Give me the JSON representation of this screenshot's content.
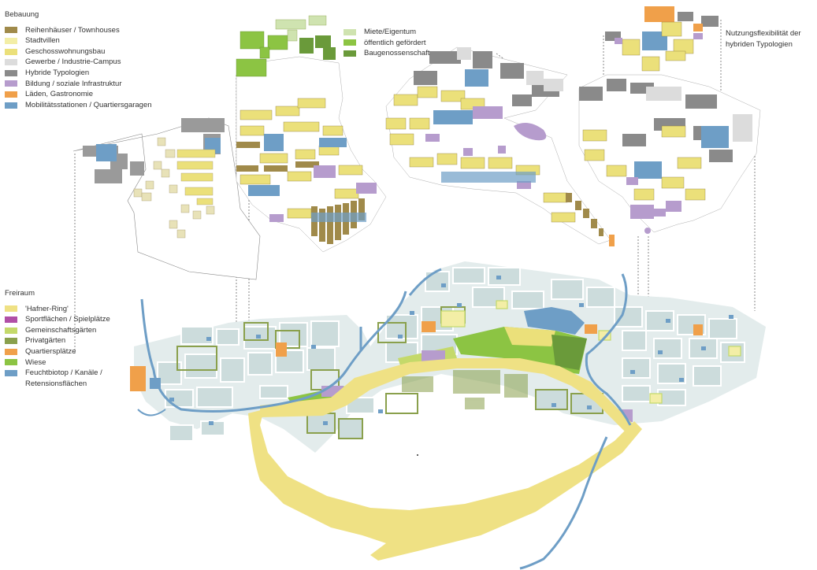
{
  "bebauung": {
    "title": "Bebauung",
    "items": [
      {
        "label": "Reihenhäuser / Townhouses",
        "color": "#a08a4a"
      },
      {
        "label": "Stadtvillen",
        "color": "#f3eea6"
      },
      {
        "label": "Geschosswohnungsbau",
        "color": "#ebe07a"
      },
      {
        "label": "Gewerbe / Industrie-Campus",
        "color": "#dcdcdc"
      },
      {
        "label": "Hybride Typologien",
        "color": "#8a8a8a"
      },
      {
        "label": "Bildung / soziale Infrastruktur",
        "color": "#b69ccd"
      },
      {
        "label": "Läden, Gastronomie",
        "color": "#f0a04a"
      },
      {
        "label": "Mobilitätsstationen / Quartiersgaragen",
        "color": "#6e9ec6"
      }
    ]
  },
  "ownership": {
    "items": [
      {
        "label": "Miete/Eigentum",
        "color": "#cfe3b0"
      },
      {
        "label": "öffentlich gefördert",
        "color": "#8cc443"
      },
      {
        "label": "Baugenossenschaft",
        "color": "#6a9a3a"
      }
    ]
  },
  "flexibility_note": {
    "line1": "Nutzungsflexibilität der",
    "line2": "hybriden Typologien"
  },
  "freiraum": {
    "title": "Freiraum",
    "items": [
      {
        "label": "'Hafner-Ring'",
        "color": "#efe184"
      },
      {
        "label": "Sportflächen / Spielplätze",
        "color": "#b04fa6"
      },
      {
        "label": "Gemeinschaftsgärten",
        "color": "#c4d96a"
      },
      {
        "label": "Privatgärten",
        "color": "#8aa04c"
      },
      {
        "label": "Quartiersplätze",
        "color": "#f0a04a"
      },
      {
        "label": "Wiese",
        "color": "#8cc443"
      },
      {
        "label": "Feuchtbiotop / Kanäle /",
        "label2": "Retensionsflächen",
        "color": "#6e9ec6"
      }
    ]
  }
}
